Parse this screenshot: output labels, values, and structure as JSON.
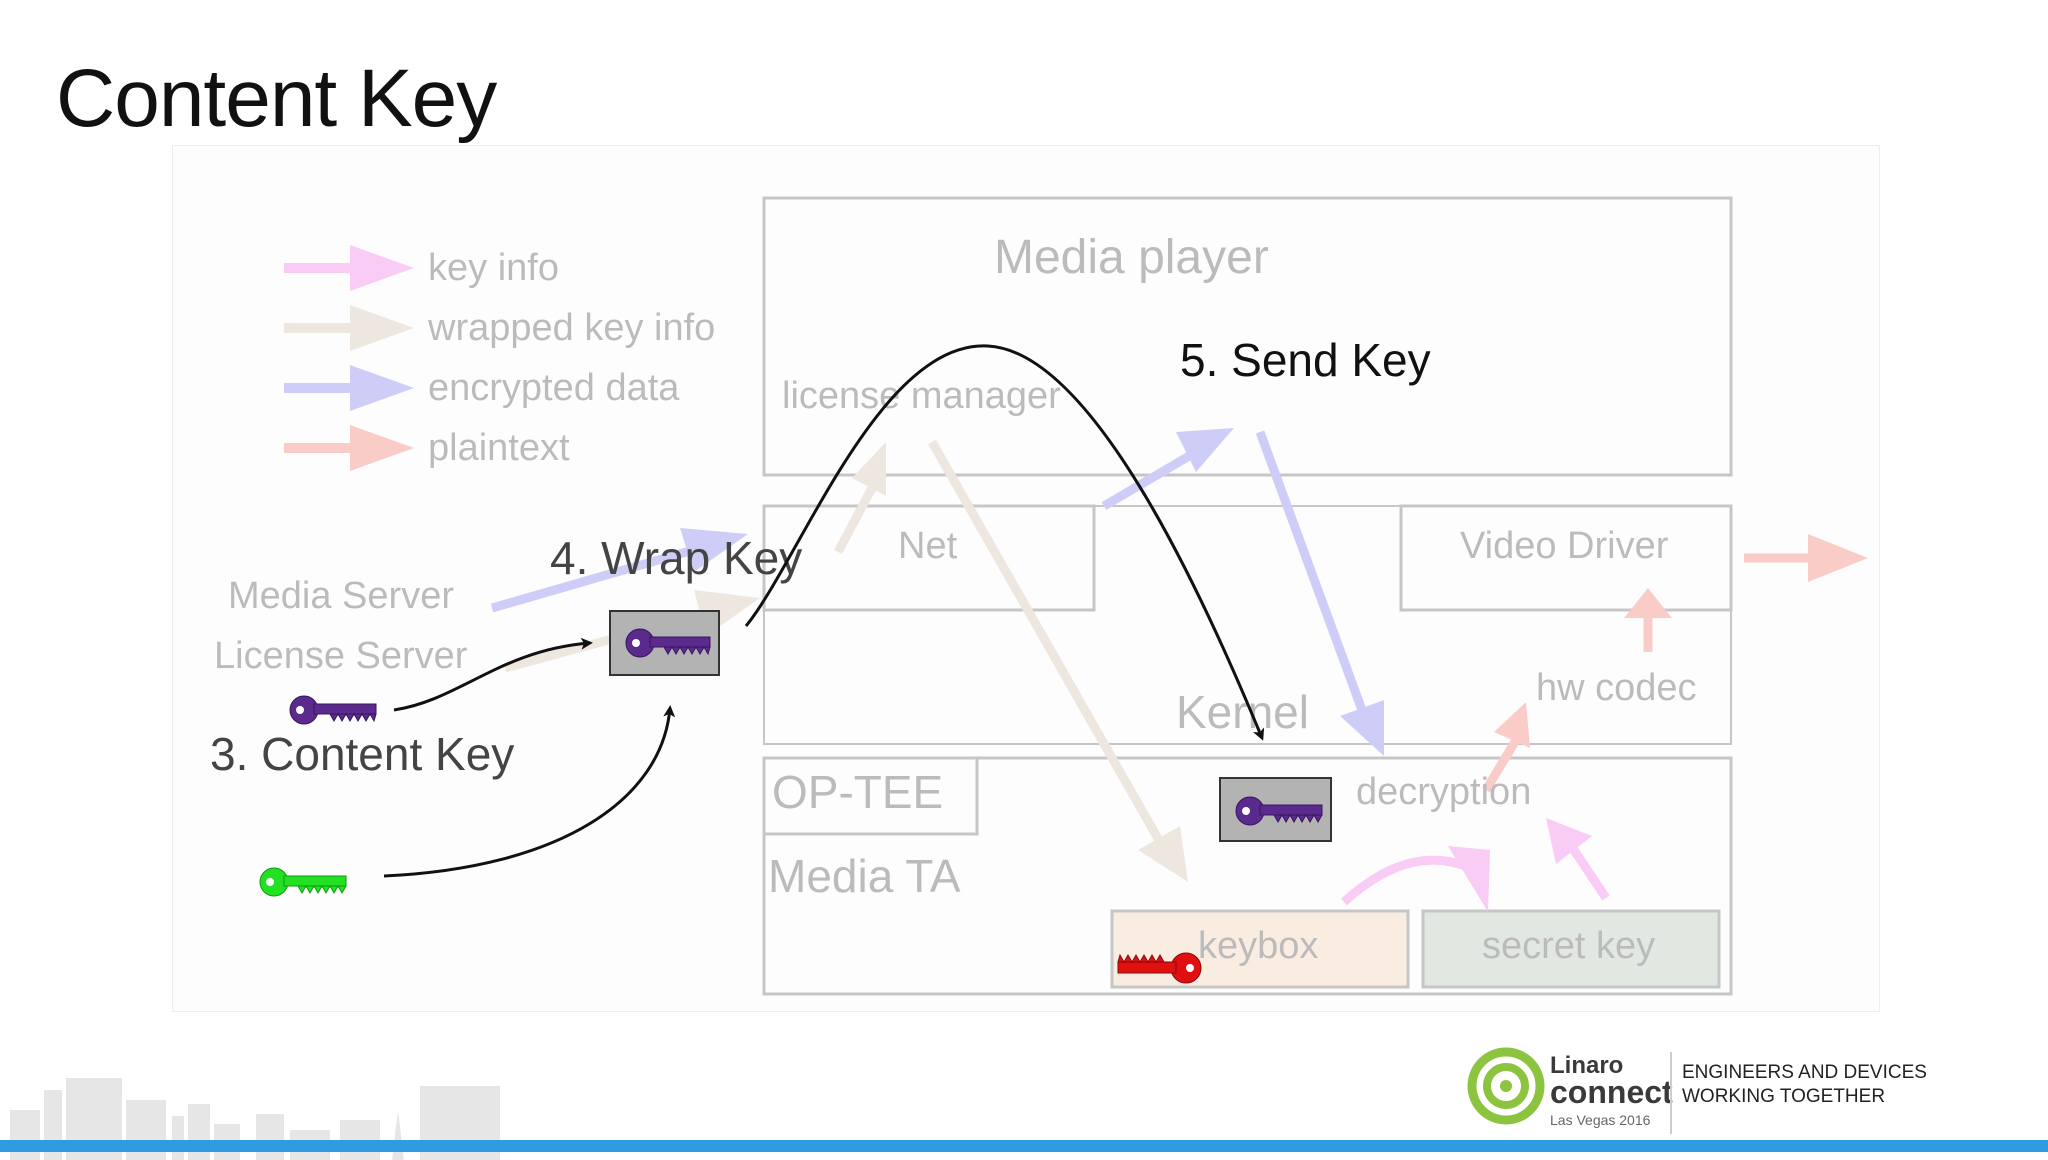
{
  "slide": {
    "title": "Content Key"
  },
  "legend": [
    {
      "label": "key info",
      "color": "#f4a6f0"
    },
    {
      "label": "wrapped key info",
      "color": "#e9e0d4"
    },
    {
      "label": "encrypted data",
      "color": "#a7a7f4"
    },
    {
      "label": "plaintext",
      "color": "#f8a8a0"
    }
  ],
  "boxes": {
    "media_player": "Media player",
    "license_manager": "license manager",
    "net": "Net",
    "video_driver": "Video Driver",
    "kernel": "Kernel",
    "hw_codec": "hw codec",
    "op_tee": "OP-TEE",
    "media_ta": "Media TA",
    "decryption": "decryption",
    "keybox": "keybox",
    "secret_key": "secret key"
  },
  "servers": {
    "media_server": "Media Server",
    "license_server": "License Server"
  },
  "steps": {
    "content_key": "3. Content Key",
    "wrap_key": "4. Wrap Key",
    "send_key": "5. Send Key"
  },
  "key_colors": {
    "purple": "#5a2a8c",
    "green": "#22e022",
    "red": "#e01010"
  },
  "footer": {
    "brand": "Linaro",
    "event": "connect",
    "location": "Las Vegas 2016",
    "tagline_1": "ENGINEERS AND DEVICES",
    "tagline_2": "WORKING TOGETHER",
    "bar_color": "#2f9be0"
  }
}
